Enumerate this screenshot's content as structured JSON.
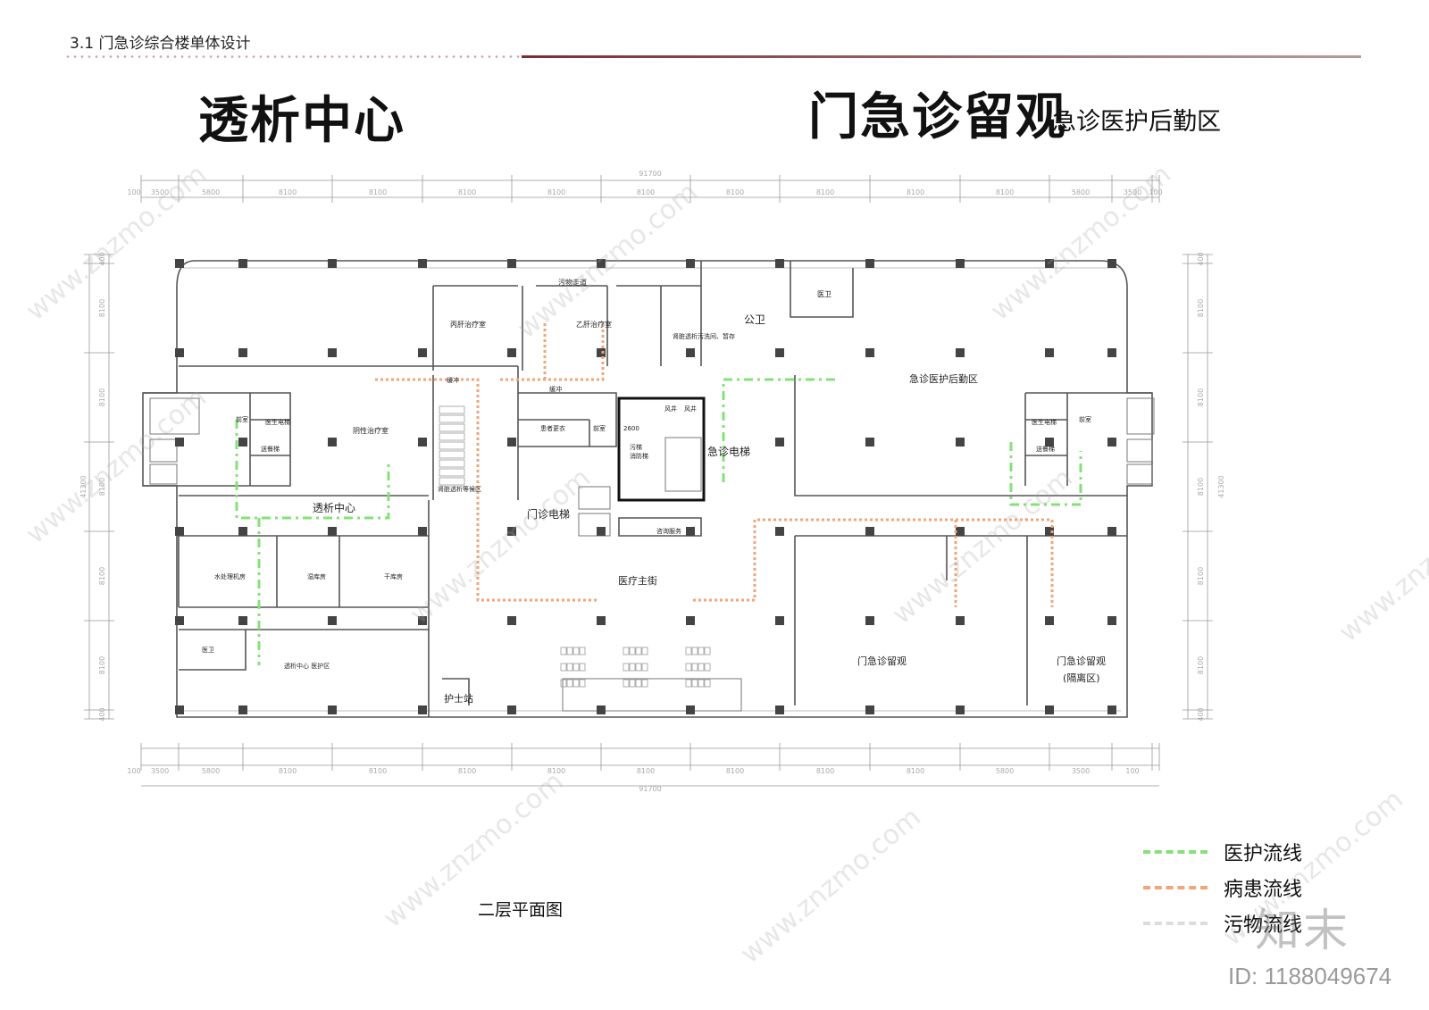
{
  "header": {
    "section_title": "3.1 门急诊综合楼单体设计",
    "left_title": "透析中心",
    "right_title": "门急诊留观",
    "right_subtitle": "急诊医护后勤区"
  },
  "dimensions": {
    "top_total": "91700",
    "bottom_total": "91700",
    "top_segments": [
      "100",
      "3500",
      "5800",
      "8100",
      "8100",
      "8100",
      "8100",
      "8100",
      "8100",
      "8100",
      "8100",
      "8100",
      "5800",
      "3500",
      "100"
    ],
    "bottom_segments": [
      "100",
      "3500",
      "5800",
      "8100",
      "8100",
      "8100",
      "8100",
      "8100",
      "8100",
      "8100",
      "8100",
      "5800",
      "3500",
      "100"
    ],
    "side_total": "41300",
    "side_segments": [
      "400",
      "8100",
      "8100",
      "8100",
      "8100",
      "8100",
      "400"
    ]
  },
  "rooms": {
    "dialysis_center": "透析中心",
    "negative_treatment": "阴性治疗室",
    "hep_b_treatment": "乙肝治疗室",
    "hep_c_treatment": "丙肝治疗室",
    "dirty_corridor": "污物走道",
    "patient_wash": "肾脏透析污洗间、暂存",
    "public_toilet": "公卫",
    "doctor_toilet": "医卫",
    "reception_left": "前室",
    "reception_right": "前室",
    "doctor_lift_left": "医生电梯",
    "doctor_lift_right": "医生电梯",
    "meal_lift_left": "送餐梯",
    "meal_lift_right": "送餐梯",
    "waiting_area": "肾脏透析等候区",
    "buffer": "缓冲",
    "changing": "患者更衣",
    "reception_mid": "前室",
    "dirty_lift": "污梯",
    "fire_lift": "消防梯",
    "air_shaft": "风井",
    "wind_shaft": "风井",
    "emergency_lift": "急诊电梯",
    "outpatient_lift": "门诊电梯",
    "consultation": "咨询服务",
    "medical_street": "医疗主街",
    "water_treatment": "水处理机房",
    "wet_storage": "湿库房",
    "dry_storage": "干库房",
    "doctor_toilet_low": "医卫",
    "dialysis_care": "透析中心 医护区",
    "nurse_station": "护士站",
    "er_logistics": "急诊医护后勤区",
    "observation": "门急诊留观",
    "observation_iso": "门急诊留观",
    "isolation": "(隔离区)",
    "buffer_small": "缓冲",
    "dim_2600": "2600",
    "public_toilet_right": "医卫"
  },
  "plan_caption": "二层平面图",
  "legend": [
    {
      "label": "医护流线",
      "color": "#86e07a"
    },
    {
      "label": "病患流线",
      "color": "#f0a67a"
    },
    {
      "label": "污物流线",
      "color": "#dcdcdc"
    }
  ],
  "watermark": {
    "logo": "知末",
    "id": "ID: 1188049674",
    "site": "www.znzmo.com"
  }
}
